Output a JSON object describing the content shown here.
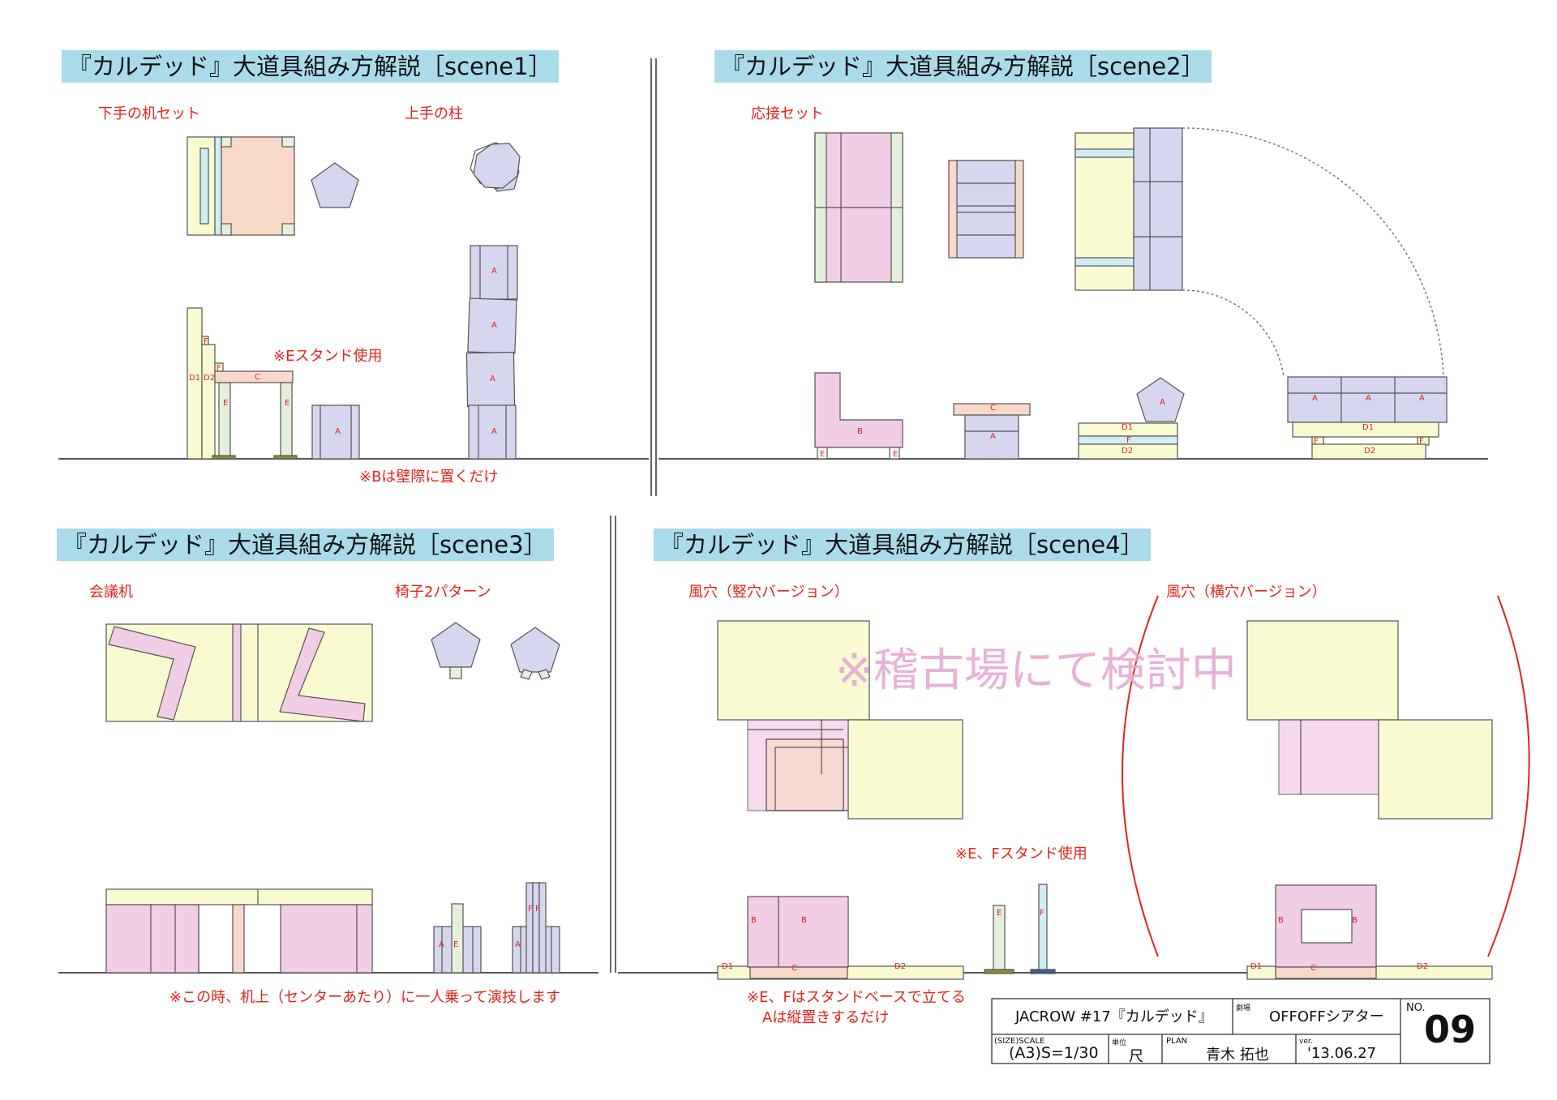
{
  "titles": {
    "scene1": "『カルデッド』大道具組み方解説［scene1］",
    "scene2": "『カルデッド』大道具組み方解説［scene2］",
    "scene3": "『カルデッド』大道具組み方解説［scene3］",
    "scene4": "『カルデッド』大道具組み方解説［scene4］"
  },
  "scene1": {
    "label_desk_set": "下手の机セット",
    "label_pillar": "上手の柱",
    "note_stand": "※Eスタンド使用",
    "note_b": "※Bは壁際に置くだけ"
  },
  "scene2": {
    "label_sofa_set": "応接セット"
  },
  "scene3": {
    "label_meeting_desk": "会議机",
    "label_chairs": "椅子2パターン",
    "note_center": "※この時、机上（センターあたり）に一人乗って演技します"
  },
  "scene4": {
    "label_vertical": "風穴（竪穴バージョン）",
    "label_horizontal": "風穴（横穴バージョン）",
    "watermark": "※稽古場にて検討中",
    "note_stand": "※E、Fスタンド使用",
    "note_base_1": "※E、Fはスタンドベースで立てる",
    "note_base_2": "Aは縦置きするだけ"
  },
  "piece_labels": {
    "A": "A",
    "B": "B",
    "C": "C",
    "D1": "D1",
    "D2": "D2",
    "E": "E",
    "F": "F"
  },
  "title_block": {
    "production": "JACROW #17『カルデッド』",
    "theater_label": "劇場",
    "theater": "OFFOFFシアター",
    "no_label": "NO.",
    "number": "09",
    "size_scale_label": "(SIZE)SCALE",
    "size_scale": "(A3)S=1/30",
    "unit_label": "単位",
    "unit": "尺",
    "plan_label": "PLAN",
    "planner": "青木 拓也",
    "ver_label": "ver.",
    "version": "'13.06.27"
  },
  "colors": {
    "yellow": "#fafad2",
    "blue": "#d6d6ee",
    "pink": "#f2cde6",
    "salmon": "#f8d8c8",
    "cyan": "#cfeef2",
    "green": "#e4f0dc",
    "title_bg": "#a9dbe8",
    "red": "#e2231a"
  }
}
